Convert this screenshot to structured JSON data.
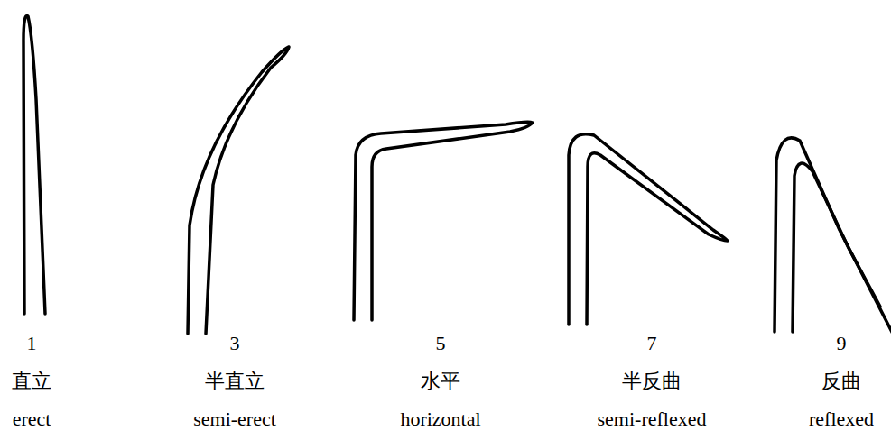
{
  "diagram": {
    "labels": [
      "1",
      "3",
      "5",
      "7",
      "9",
      "直立",
      "半直立",
      "水平",
      "半反曲",
      "反曲",
      "erect",
      "semi-erect",
      "horizontal",
      "semi-reflexed",
      "reflexed"
    ]
  }
}
